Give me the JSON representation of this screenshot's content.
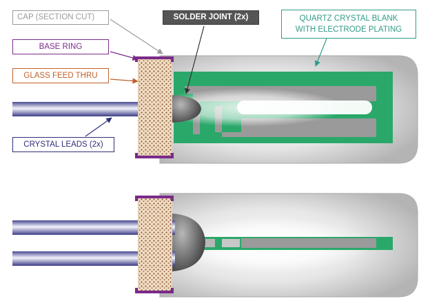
{
  "labels": {
    "cap": "CAP (SECTION CUT)",
    "solder_joint": "SOLDER JOINT (2x)",
    "quartz_line1": "QUARTZ CRYSTAL BLANK",
    "quartz_line2": "WITH ELECTRODE PLATING",
    "base_ring": "BASE RING",
    "glass_feed": "GLASS FEED THRU",
    "crystal_leads": "CRYSTAL LEADS (2x)"
  },
  "colors": {
    "cap_label": "#9a9a9a",
    "solder_label_bg": "#555555",
    "quartz_label": "#2f9a86",
    "base_ring_label": "#7a2a8a",
    "glass_feed_label": "#c0602a",
    "crystal_leads_label": "#2d2d7a",
    "crystal_green": "#2aa86a",
    "electrode_gray": "#9a9a9a"
  }
}
